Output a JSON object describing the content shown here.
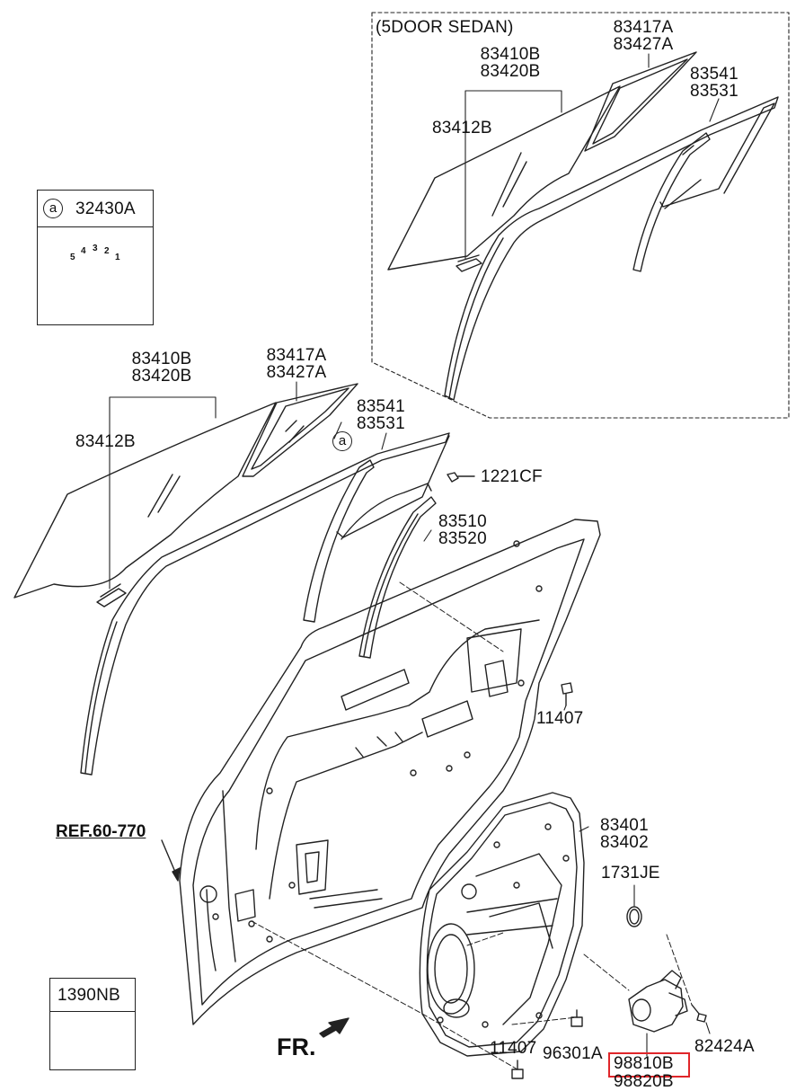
{
  "inset": {
    "title": "(5DOOR SEDAN)",
    "glass": [
      "83410B",
      "83420B"
    ],
    "channel": "83412B",
    "quarter_glass": [
      "83417A",
      "83427A"
    ],
    "weatherstrip": [
      "83541",
      "83531"
    ]
  },
  "legend_box_a": {
    "marker": "a",
    "part": "32430A",
    "label_digits": [
      "5",
      "4",
      "3",
      "2",
      "1"
    ]
  },
  "legend_box_clip": {
    "part": "1390NB"
  },
  "main": {
    "glass": [
      "83410B",
      "83420B"
    ],
    "channel": "83412B",
    "quarter_glass": [
      "83417A",
      "83427A"
    ],
    "marker": "a",
    "weatherstrip": [
      "83541",
      "83531"
    ],
    "screw_1221CF": "1221CF",
    "run_channel": [
      "83510",
      "83520"
    ],
    "bolt_upper": "11407",
    "ref": "REF.60-770",
    "module_panel": [
      "83401",
      "83402"
    ],
    "seal_1731JE": "1731JE",
    "bolt_lower": "11407",
    "bolt_96301A": "96301A",
    "screw_82424A": "82424A",
    "motor": [
      "98810B",
      "98820B"
    ],
    "fr": "FR."
  },
  "highlight_color": "#e0262a"
}
